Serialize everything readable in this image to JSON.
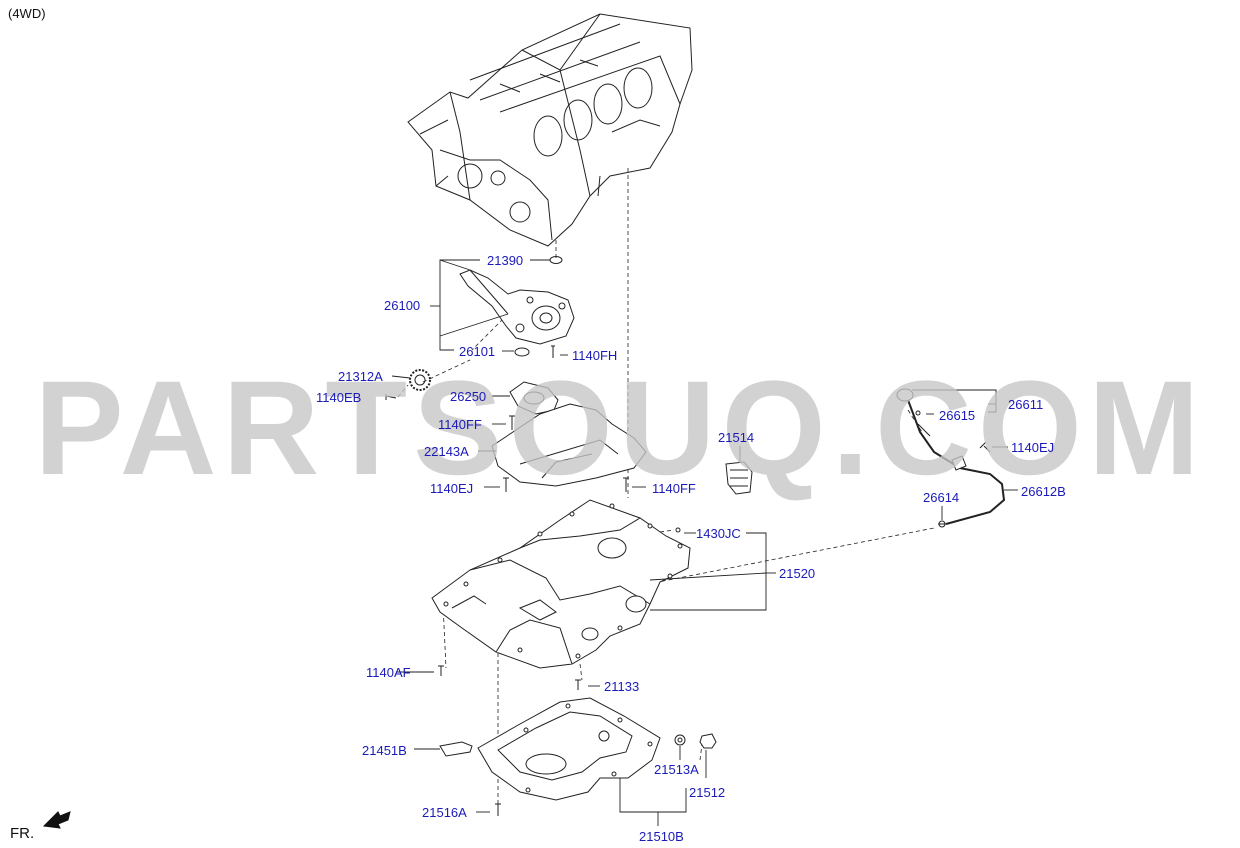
{
  "header": {
    "variant": "(4WD)"
  },
  "watermark": "PARTSOUQ.COM",
  "footer": {
    "orientation": "FR."
  },
  "colors": {
    "label": "#1b1bb8",
    "line": "#222222",
    "watermark": "#c6c6c6"
  },
  "parts": {
    "p21390": "21390",
    "p26100": "26100",
    "p26101": "26101",
    "p21312A": "21312A",
    "p1140FH": "1140FH",
    "p1140EB": "1140EB",
    "p26250": "26250",
    "p1140FF_a": "1140FF",
    "p22143A": "22143A",
    "p21514": "21514",
    "p1140EJ_a": "1140EJ",
    "p1140FF_b": "1140FF",
    "p26611": "26611",
    "p26615": "26615",
    "p1140EJ_b": "1140EJ",
    "p26614": "26614",
    "p26612B": "26612B",
    "p1430JC": "1430JC",
    "p21520": "21520",
    "p1140AF": "1140AF",
    "p21133": "21133",
    "p21451B": "21451B",
    "p21513A": "21513A",
    "p21512": "21512",
    "p21516A": "21516A",
    "p21510B": "21510B"
  }
}
